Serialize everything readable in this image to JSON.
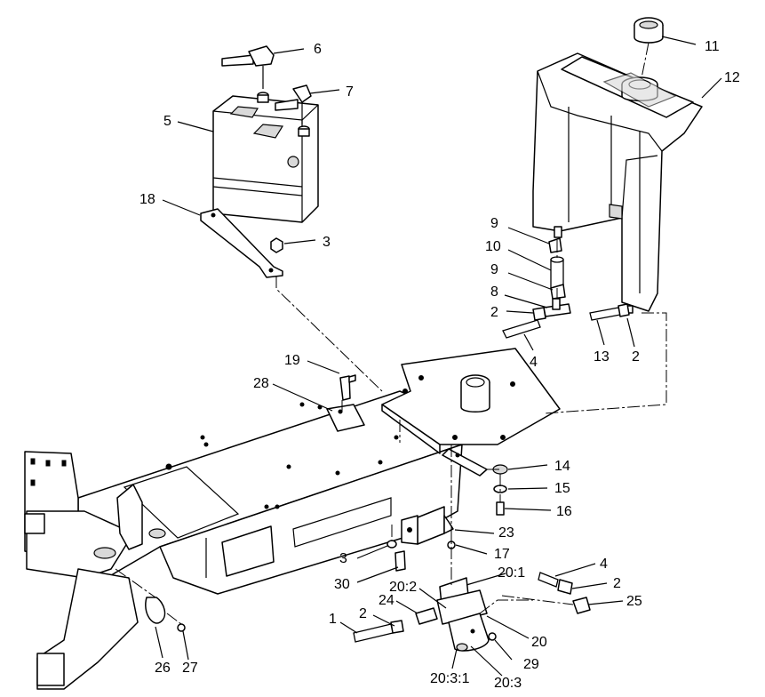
{
  "labels": {
    "l1": "1",
    "l2a": "2",
    "l2b": "2",
    "l2c": "2",
    "l2d": "2",
    "l3a": "3",
    "l3b": "3",
    "l4a": "4",
    "l4b": "4",
    "l5": "5",
    "l6": "6",
    "l7": "7",
    "l8": "8",
    "l9a": "9",
    "l9b": "9",
    "l10": "10",
    "l11": "11",
    "l12": "12",
    "l13": "13",
    "l14": "14",
    "l15": "15",
    "l16": "16",
    "l17": "17",
    "l18": "18",
    "l19": "19",
    "l20": "20",
    "l20_1": "20:1",
    "l20_2": "20:2",
    "l20_3": "20:3",
    "l20_3_1": "20:3:1",
    "l23": "23",
    "l24": "24",
    "l25": "25",
    "l26": "26",
    "l27": "27",
    "l28": "28",
    "l29": "29",
    "l30": "30"
  }
}
